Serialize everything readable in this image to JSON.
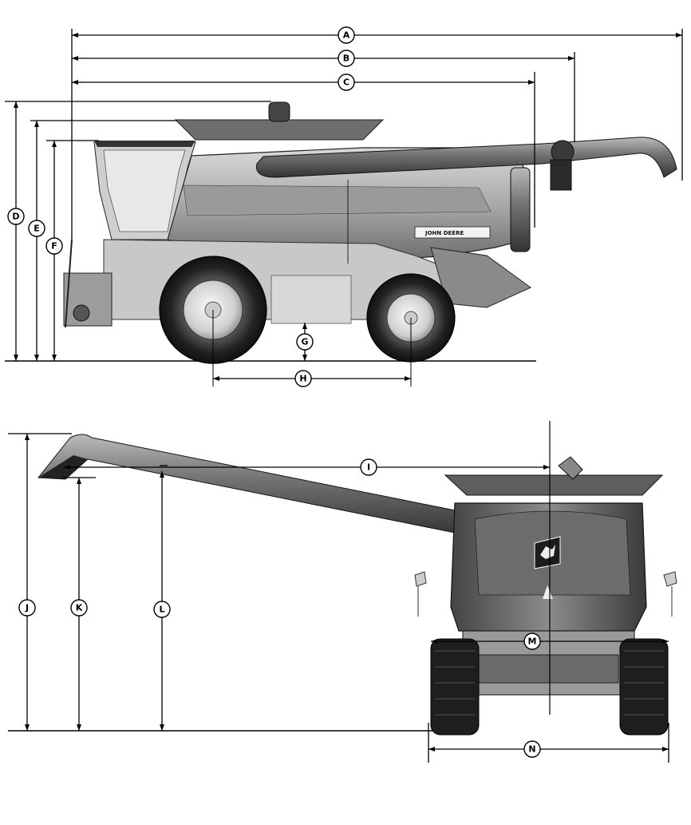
{
  "diagram": {
    "brand": "JOHN DEERE",
    "side_view_labels": {
      "A": "A",
      "B": "B",
      "C": "C",
      "D": "D",
      "E": "E",
      "F": "F",
      "G": "G",
      "H": "H"
    },
    "rear_view_labels": {
      "I": "I",
      "J": "J",
      "K": "K",
      "L": "L",
      "M": "M",
      "N": "N"
    },
    "icons": [
      "combine-side-view",
      "combine-rear-view",
      "deere-leaping-logo"
    ]
  }
}
